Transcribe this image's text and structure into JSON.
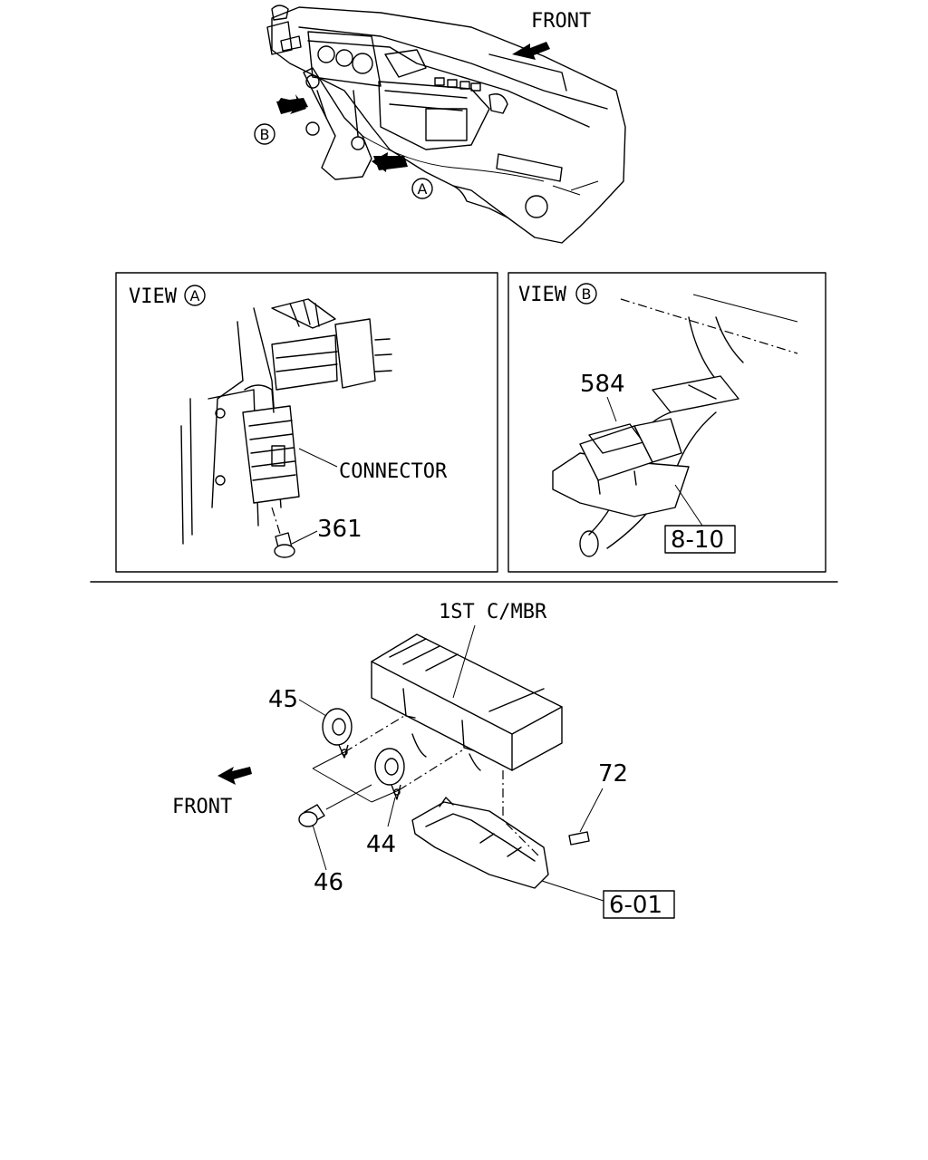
{
  "top": {
    "front_label": "FRONT",
    "view_a_marker": "A",
    "view_b_marker": "B"
  },
  "view_a": {
    "title_prefix": "VIEW",
    "title_marker": "A",
    "connector_label": "CONNECTOR",
    "part_361": "361"
  },
  "view_b": {
    "title_prefix": "VIEW",
    "title_marker": "B",
    "part_584": "584",
    "ref_box": "8-10"
  },
  "bottom": {
    "member_label": "1ST C/MBR",
    "front_label": "FRONT",
    "part_45": "45",
    "part_44": "44",
    "part_46": "46",
    "part_72": "72",
    "ref_box": "6-01"
  }
}
